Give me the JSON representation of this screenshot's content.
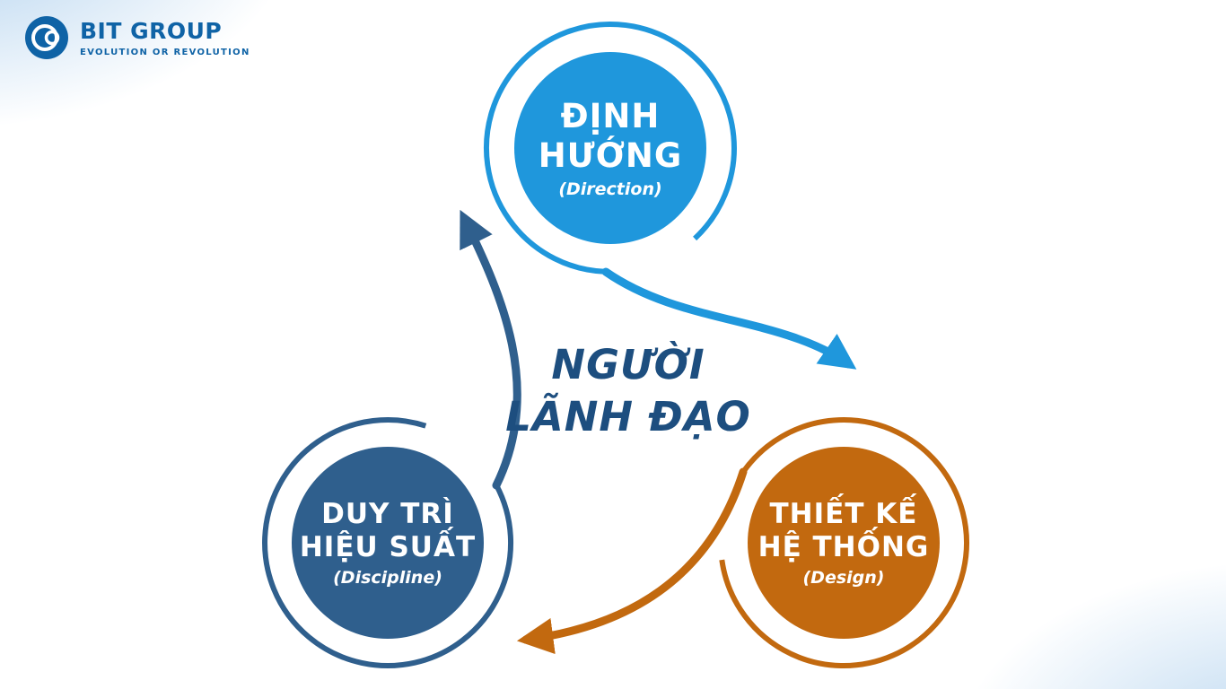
{
  "brand": {
    "name": "BIT GROUP",
    "tagline": "EVOLUTION OR REVOLUTION",
    "logo_color": "#0f63a6"
  },
  "flow": {
    "center": {
      "line1": "NGƯỜI",
      "line2": "LÃNH ĐẠO"
    },
    "nodes": [
      {
        "id": "direction",
        "line1": "ĐỊNH",
        "line2": "HƯỚNG",
        "subtitle": "(Direction)",
        "color": "#1f97dc"
      },
      {
        "id": "discipline",
        "line1": "DUY TRÌ",
        "line2": "HIỆU SUẤT",
        "subtitle": "(Discipline)",
        "color": "#2f5f8d"
      },
      {
        "id": "design",
        "line1": "THIẾT KẾ",
        "line2": "HỆ THỐNG",
        "subtitle": "(Design)",
        "color": "#c2690f"
      }
    ],
    "arrows": [
      {
        "from": "direction",
        "to": "design",
        "color": "#1f97dc"
      },
      {
        "from": "design",
        "to": "discipline",
        "color": "#c2690f"
      },
      {
        "from": "discipline",
        "to": "direction",
        "color": "#2f5f8d"
      }
    ]
  },
  "colors": {
    "center_text": "#1d4e7f",
    "background_tint": "#89bae5"
  }
}
